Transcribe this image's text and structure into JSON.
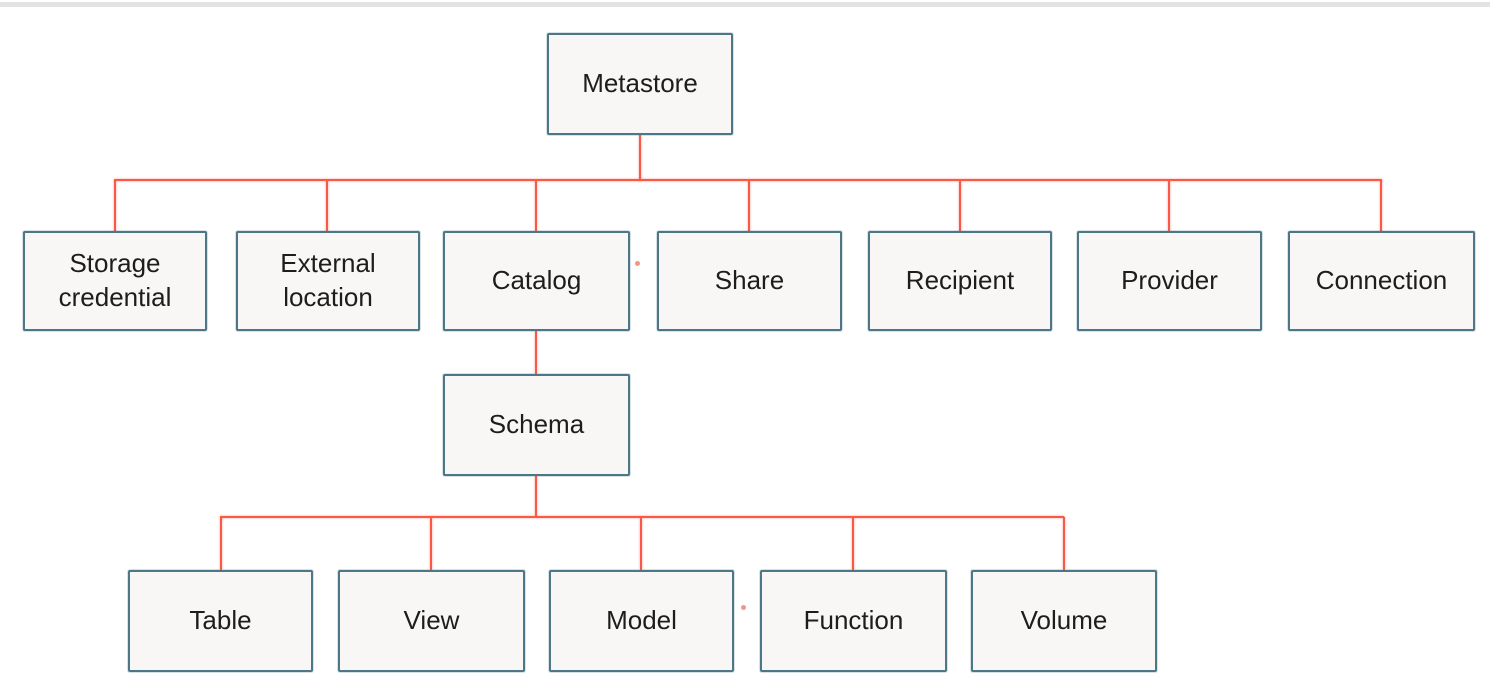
{
  "diagram": {
    "type": "hierarchy-tree",
    "colors": {
      "background": "#ffffff",
      "top_strip": "#e4e3e3",
      "box_fill": "#f8f7f5",
      "box_border": "#4d7686",
      "connector": "#fa5a45",
      "text": "#1d1d1d",
      "dot": "#f5826d"
    },
    "nodes": {
      "root": "Metastore",
      "level2": [
        "Storage credential",
        "External location",
        "Catalog",
        "Share",
        "Recipient",
        "Provider",
        "Connection"
      ],
      "schema": "Schema",
      "level3": [
        "Table",
        "View",
        "Model",
        "Function",
        "Volume"
      ]
    },
    "edges": [
      {
        "parent": "Metastore",
        "children": [
          "Storage credential",
          "External location",
          "Catalog",
          "Share",
          "Recipient",
          "Provider",
          "Connection"
        ]
      },
      {
        "parent": "Catalog",
        "children": [
          "Schema"
        ]
      },
      {
        "parent": "Schema",
        "children": [
          "Table",
          "View",
          "Model",
          "Function",
          "Volume"
        ]
      }
    ]
  }
}
